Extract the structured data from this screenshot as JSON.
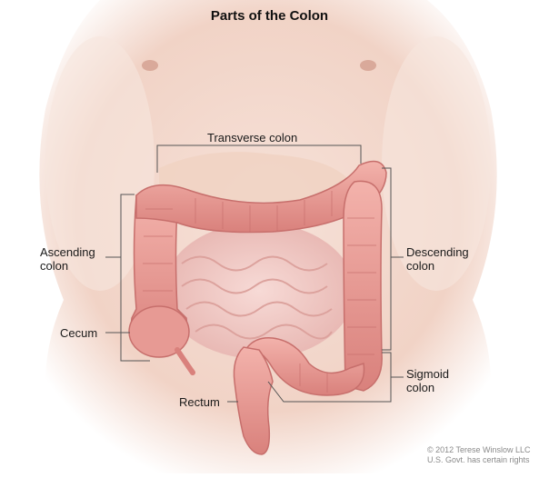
{
  "title": "Parts of the Colon",
  "labels": {
    "transverse": "Transverse colon",
    "ascending": [
      "Ascending",
      "colon"
    ],
    "descending": [
      "Descending",
      "colon"
    ],
    "cecum": "Cecum",
    "sigmoid": [
      "Sigmoid",
      "colon"
    ],
    "rectum": "Rectum"
  },
  "credit": [
    "© 2012 Terese Winslow LLC",
    "U.S. Govt. has certain rights"
  ],
  "colors": {
    "skin": "#f3d7cc",
    "skin_shadow": "#e6bba9",
    "colon": "#e79a94",
    "colon_dark": "#c76f6c",
    "colon_light": "#f6c5bf",
    "small_intestine": "#f0c8c4",
    "leader_line": "#555555"
  }
}
